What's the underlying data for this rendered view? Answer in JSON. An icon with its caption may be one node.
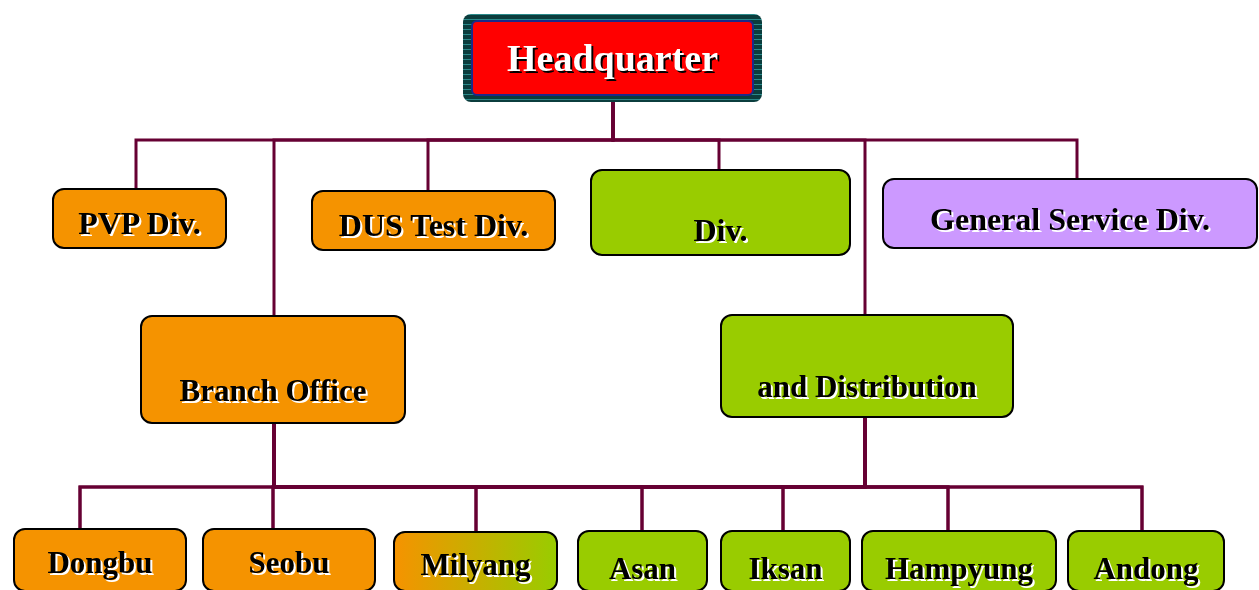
{
  "diagram": {
    "nodes": [
      {
        "text": [
          "Headquarter"
        ]
      },
      {
        "text": [
          "PVP Div."
        ]
      },
      {
        "text": [
          "DUS Test Div."
        ]
      },
      {
        "text": [
          "Div."
        ]
      },
      {
        "text": [
          "General Service  Div."
        ]
      },
      {
        "text": [
          "Branch Office"
        ]
      },
      {
        "text": [
          "and Distribution"
        ]
      },
      {
        "text": [
          "Dongbu"
        ]
      },
      {
        "text": [
          "Seobu"
        ]
      },
      {
        "text": [
          "Milyang"
        ]
      },
      {
        "text": [
          "Asan"
        ]
      },
      {
        "text": [
          "Iksan"
        ]
      },
      {
        "text": [
          "Hampyung"
        ]
      },
      {
        "text": [
          "Andong"
        ]
      }
    ],
    "edges": [
      {
        "from": 0,
        "to": 1,
        "arrow": "none"
      },
      {
        "from": 0,
        "to": 5,
        "arrow": "none"
      },
      {
        "from": 0,
        "to": 2,
        "arrow": "none"
      },
      {
        "from": 0,
        "to": 3,
        "arrow": "none"
      },
      {
        "from": 0,
        "to": 6,
        "arrow": "none"
      },
      {
        "from": 0,
        "to": 4,
        "arrow": "none"
      },
      {
        "from": 5,
        "to": 7,
        "arrow": "none"
      },
      {
        "from": 5,
        "to": 8,
        "arrow": "none"
      },
      {
        "from": 5,
        "to": 9,
        "arrow": "none"
      },
      {
        "from": 5,
        "to": 10,
        "arrow": "none"
      },
      {
        "from": 5,
        "to": 11,
        "arrow": "none"
      },
      {
        "from": 5,
        "to": 12,
        "arrow": "none"
      },
      {
        "from": 5,
        "to": 13,
        "arrow": "none"
      },
      {
        "from": 6,
        "to": 7,
        "arrow": "none"
      },
      {
        "from": 6,
        "to": 8,
        "arrow": "none"
      },
      {
        "from": 6,
        "to": 9,
        "arrow": "none"
      },
      {
        "from": 6,
        "to": 10,
        "arrow": "none"
      },
      {
        "from": 6,
        "to": 11,
        "arrow": "none"
      },
      {
        "from": 6,
        "to": 12,
        "arrow": "none"
      },
      {
        "from": 6,
        "to": 13,
        "arrow": "none"
      }
    ]
  }
}
